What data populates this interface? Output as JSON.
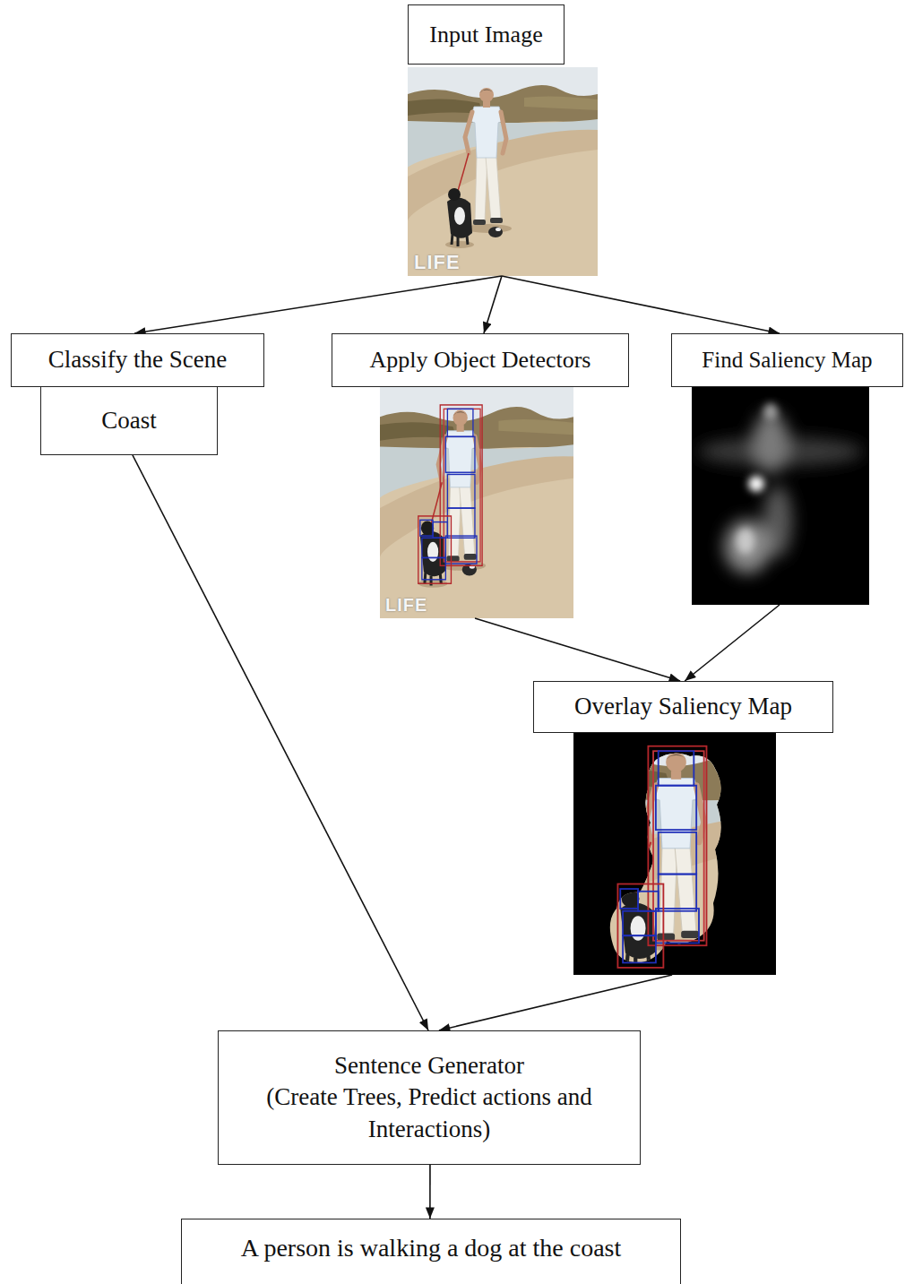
{
  "diagram": {
    "nodes": [
      {
        "text": [
          "Input Image"
        ]
      },
      {
        "text": [
          "Classify the Scene"
        ]
      },
      {
        "text": [
          "Coast"
        ]
      },
      {
        "text": [
          "Apply Object Detectors"
        ]
      },
      {
        "text": [
          "Find Saliency Map"
        ]
      },
      {
        "text": [
          "Overlay Saliency Map"
        ]
      },
      {
        "text": [
          "Sentence Generator",
          "(Create Trees, Predict actions and Interactions)"
        ]
      },
      {
        "text": [
          "A person is walking a dog at the coast"
        ]
      }
    ],
    "edges": [
      {
        "from": 0,
        "to": 1,
        "arrow": "to"
      },
      {
        "from": 0,
        "to": 3,
        "arrow": "to"
      },
      {
        "from": 0,
        "to": 4,
        "arrow": "to"
      },
      {
        "from": 2,
        "to": 6,
        "arrow": "to"
      },
      {
        "from": 3,
        "to": 5,
        "arrow": "to"
      },
      {
        "from": 4,
        "to": 5,
        "arrow": "to"
      },
      {
        "from": 5,
        "to": 6,
        "arrow": "to"
      },
      {
        "from": 6,
        "to": 7,
        "arrow": "to"
      }
    ],
    "labels": [
      "LIFE",
      "LIFE"
    ]
  }
}
